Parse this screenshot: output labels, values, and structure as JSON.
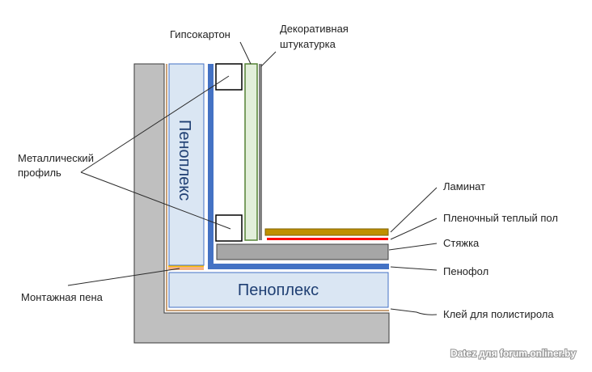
{
  "labels": {
    "gypsum": "Гипсокартон",
    "plaster_line1": "Декоративная",
    "plaster_line2": "штукатурка",
    "profile_line1": "Металлический",
    "profile_line2": "профиль",
    "foam": "Монтажная пена",
    "laminate": "Ламинат",
    "film_floor": "Пленочный теплый пол",
    "screed": "Стяжка",
    "penofol": "Пенофол",
    "glue": "Клей для полистирола",
    "penoplex_wall": "Пеноплекс",
    "penoplex_floor": "Пеноплекс"
  },
  "watermark": "Datez для forum.onliner.by",
  "colors": {
    "concrete": "#bfbfbf",
    "penoplex": "#dae6f3",
    "penofol": "#4472c4",
    "gypsum": "#e2efda",
    "plaster": "#808080",
    "laminate": "#bf9000",
    "film_floor": "#ff0000",
    "screed": "#a6a6a6",
    "foam": "#f4b183"
  }
}
